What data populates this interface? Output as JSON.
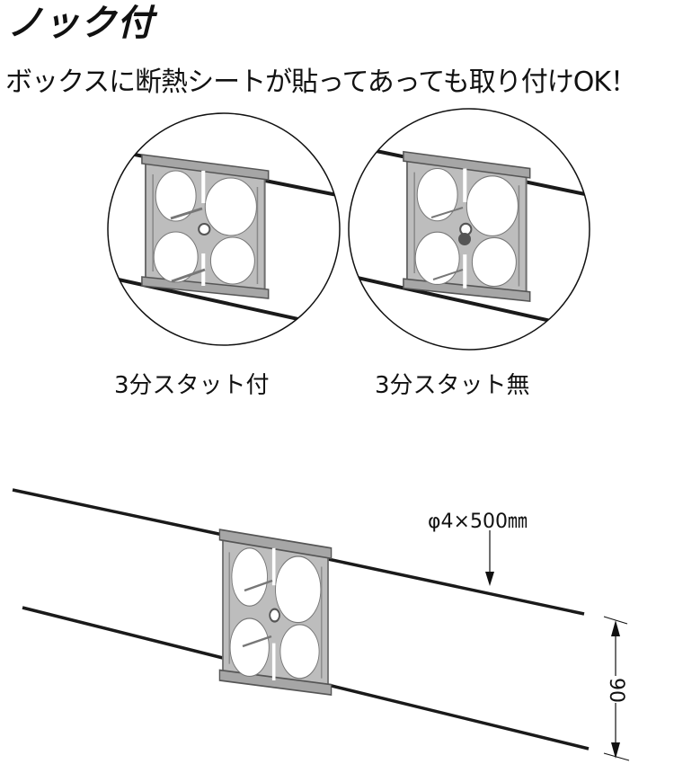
{
  "header": {
    "title": "ノック付",
    "subtitle": "ボックスに断熱シートが貼ってあっても取り付けOK！"
  },
  "variants": [
    {
      "label": "3分スタット付",
      "stud": true
    },
    {
      "label": "3分スタット無",
      "stud": false
    }
  ],
  "diagram": {
    "wire_spec": "φ4×500㎜",
    "spacing_dimension": "90"
  },
  "colors": {
    "text": "#111111",
    "wire": "#1a1a1a",
    "plate": "#b9b9b9",
    "plate_edge": "#6e6e6e",
    "circle_outline": "#111111"
  }
}
